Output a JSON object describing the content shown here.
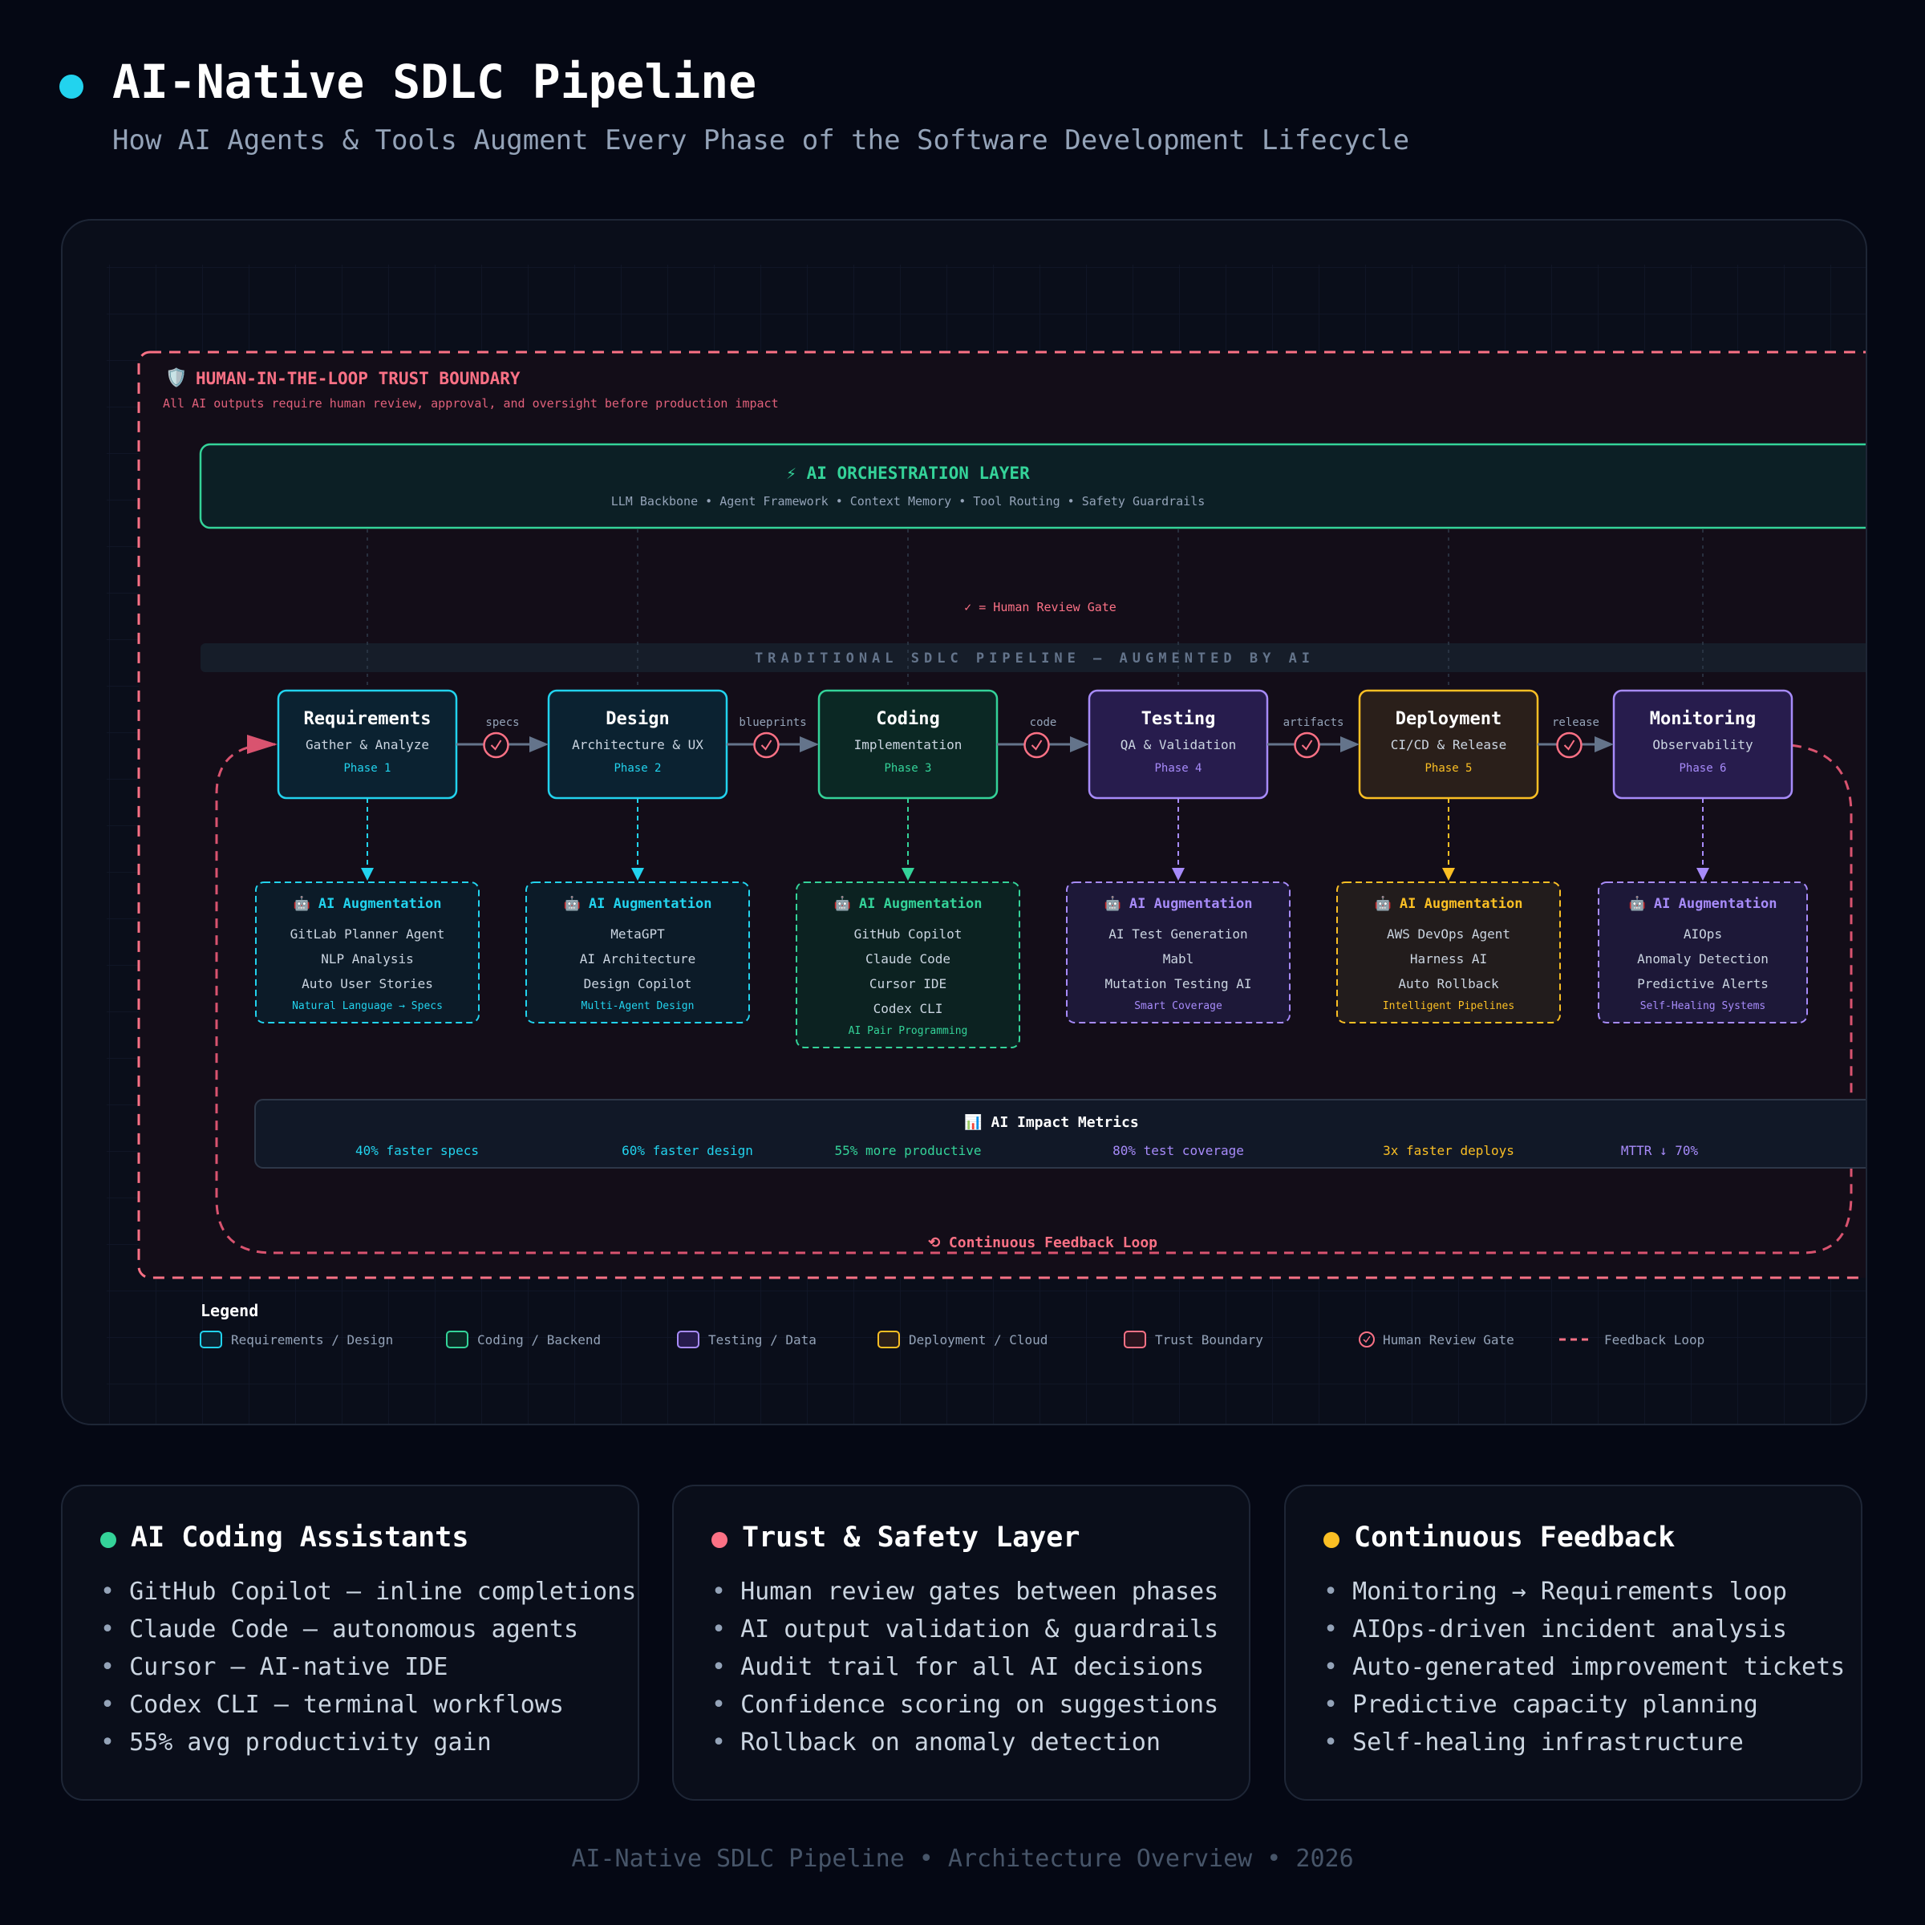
{
  "header": {
    "title": "AI-Native SDLC Pipeline",
    "subtitle": "How AI Agents & Tools Augment Every Phase of the Software Development Lifecycle"
  },
  "diagram": {
    "trust_boundary": {
      "title": "HUMAN-IN-THE-LOOP TRUST BOUNDARY",
      "subtitle": "All AI outputs require human review, approval, and oversight before production impact"
    },
    "orchestration": {
      "title": "⚡ AI ORCHESTRATION LAYER",
      "subtitle": "LLM Backbone • Agent Framework • Context Memory • Tool Routing • Safety Guardrails"
    },
    "review_gate_note": "✓ = Human Review Gate",
    "pipeline_label": "TRADITIONAL SDLC PIPELINE — AUGMENTED BY AI",
    "phases": [
      {
        "name": "Requirements",
        "desc": "Gather & Analyze",
        "phase": "Phase 1",
        "color": "#22d3ee",
        "fill": "#0b2231",
        "aug_fill": "#0c1b28",
        "aug_title": "🤖 AI Augmentation",
        "tools": [
          "GitLab Planner Agent",
          "NLP Analysis",
          "Auto User Stories"
        ],
        "tagline": "Natural Language → Specs"
      },
      {
        "name": "Design",
        "desc": "Architecture & UX",
        "phase": "Phase 2",
        "color": "#22d3ee",
        "fill": "#0b2231",
        "aug_fill": "#0c1b28",
        "aug_title": "🤖 AI Augmentation",
        "tools": [
          "MetaGPT",
          "AI Architecture",
          "Design Copilot"
        ],
        "tagline": "Multi-Agent Design"
      },
      {
        "name": "Coding",
        "desc": "Implementation",
        "phase": "Phase 3",
        "color": "#34d399",
        "fill": "#0b2824",
        "aug_fill": "#0c2221",
        "aug_title": "🤖 AI Augmentation",
        "tools": [
          "GitHub Copilot",
          "Claude Code",
          "Cursor IDE",
          "Codex CLI"
        ],
        "tagline": "AI Pair Programming"
      },
      {
        "name": "Testing",
        "desc": "QA & Validation",
        "phase": "Phase 4",
        "color": "#a78bfa",
        "fill": "#271c4d",
        "aug_fill": "#1d1838",
        "aug_title": "🤖 AI Augmentation",
        "tools": [
          "AI Test Generation",
          "Mabl",
          "Mutation Testing AI"
        ],
        "tagline": "Smart Coverage"
      },
      {
        "name": "Deployment",
        "desc": "CI/CD & Release",
        "phase": "Phase 5",
        "color": "#fbbf24",
        "fill": "#2a1f1a",
        "aug_fill": "#221c1c",
        "aug_title": "🤖 AI Augmentation",
        "tools": [
          "AWS DevOps Agent",
          "Harness AI",
          "Auto Rollback"
        ],
        "tagline": "Intelligent Pipelines"
      },
      {
        "name": "Monitoring",
        "desc": "Observability",
        "phase": "Phase 6",
        "color": "#a78bfa",
        "fill": "#271c4d",
        "aug_fill": "#1d1838",
        "aug_title": "🤖 AI Augmentation",
        "tools": [
          "AIOps",
          "Anomaly Detection",
          "Predictive Alerts"
        ],
        "tagline": "Self-Healing Systems"
      }
    ],
    "connectors": [
      "specs",
      "blueprints",
      "code",
      "artifacts",
      "release"
    ],
    "metrics": {
      "title": "📊 AI Impact Metrics",
      "items": [
        {
          "label": "40% faster specs",
          "color": "#22d3ee"
        },
        {
          "label": "60% faster design",
          "color": "#22d3ee"
        },
        {
          "label": "55% more productive",
          "color": "#34d399"
        },
        {
          "label": "80% test coverage",
          "color": "#a78bfa"
        },
        {
          "label": "3x faster deploys",
          "color": "#fbbf24"
        },
        {
          "label": "MTTR ↓ 70%",
          "color": "#a78bfa"
        }
      ]
    },
    "feedback_label": "⟲ Continuous Feedback Loop",
    "legend": {
      "title": "Legend",
      "items": [
        {
          "label": "Requirements / Design",
          "kind": "box",
          "color": "#22d3ee",
          "fill": "#0b2231"
        },
        {
          "label": "Coding / Backend",
          "kind": "box",
          "color": "#34d399",
          "fill": "#0b2824"
        },
        {
          "label": "Testing / Data",
          "kind": "box",
          "color": "#a78bfa",
          "fill": "#271c4d"
        },
        {
          "label": "Deployment / Cloud",
          "kind": "box",
          "color": "#fbbf24",
          "fill": "#2a1f1a"
        },
        {
          "label": "Trust Boundary",
          "kind": "box",
          "color": "#fb7185",
          "fill": "#2a141e"
        },
        {
          "label": "Human Review Gate",
          "kind": "gate",
          "color": "#fb7185"
        },
        {
          "label": "Feedback Loop",
          "kind": "dash",
          "color": "#fb7185"
        }
      ]
    }
  },
  "cards": [
    {
      "title": "AI Coding Assistants",
      "dot": "#34d399",
      "items": [
        "GitHub Copilot — inline completions",
        "Claude Code — autonomous agents",
        "Cursor — AI-native IDE",
        "Codex CLI — terminal workflows",
        "55% avg productivity gain"
      ]
    },
    {
      "title": "Trust & Safety Layer",
      "dot": "#fb7185",
      "items": [
        "Human review gates between phases",
        "AI output validation & guardrails",
        "Audit trail for all AI decisions",
        "Confidence scoring on suggestions",
        "Rollback on anomaly detection"
      ]
    },
    {
      "title": "Continuous Feedback",
      "dot": "#fbbf24",
      "items": [
        "Monitoring → Requirements loop",
        "AIOps-driven incident analysis",
        "Auto-generated improvement tickets",
        "Predictive capacity planning",
        "Self-healing infrastructure"
      ]
    }
  ],
  "footer": "AI-Native SDLC Pipeline • Architecture Overview • 2026"
}
